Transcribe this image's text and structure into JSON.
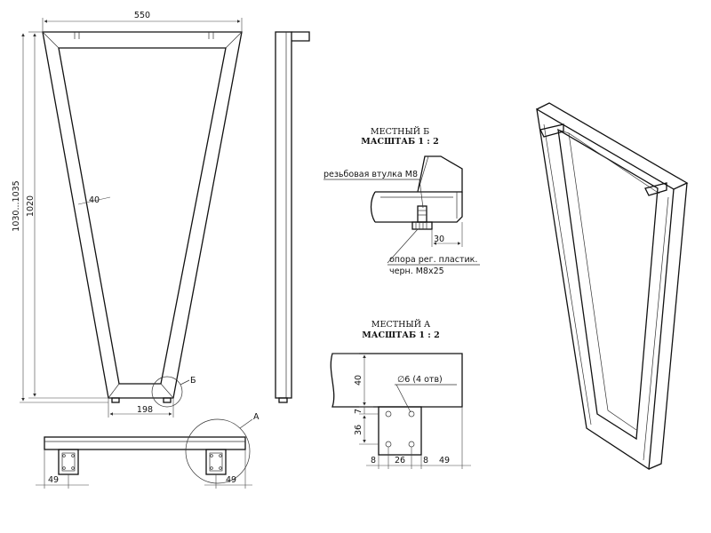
{
  "front_view": {
    "top_width": "550",
    "bottom_width": "198",
    "tube_width": "40",
    "height_inner": "1020",
    "height_total": "1030...1035",
    "callout_b": "Б"
  },
  "bottom_view": {
    "left_offset": "49",
    "right_offset": "49",
    "callout_a": "А"
  },
  "detail_b": {
    "title_line1": "МЕСТНЫЙ Б",
    "title_line2": "МАСШТАБ 1 : 2",
    "label_sleeve": "резьбовая втулка М8",
    "label_foot_line1": "опора рег. пластик.",
    "label_foot_line2": "черн. М8х25",
    "dim_30": "30"
  },
  "detail_a": {
    "title_line1": "МЕСТНЫЙ А",
    "title_line2": "МАСШТАБ 1 : 2",
    "hole_label": "∅6 (4 отв)",
    "dim_40": "40",
    "dim_7": "7",
    "dim_36": "36",
    "dim_8_left": "8",
    "dim_26": "26",
    "dim_8_right": "8",
    "dim_49": "49"
  }
}
